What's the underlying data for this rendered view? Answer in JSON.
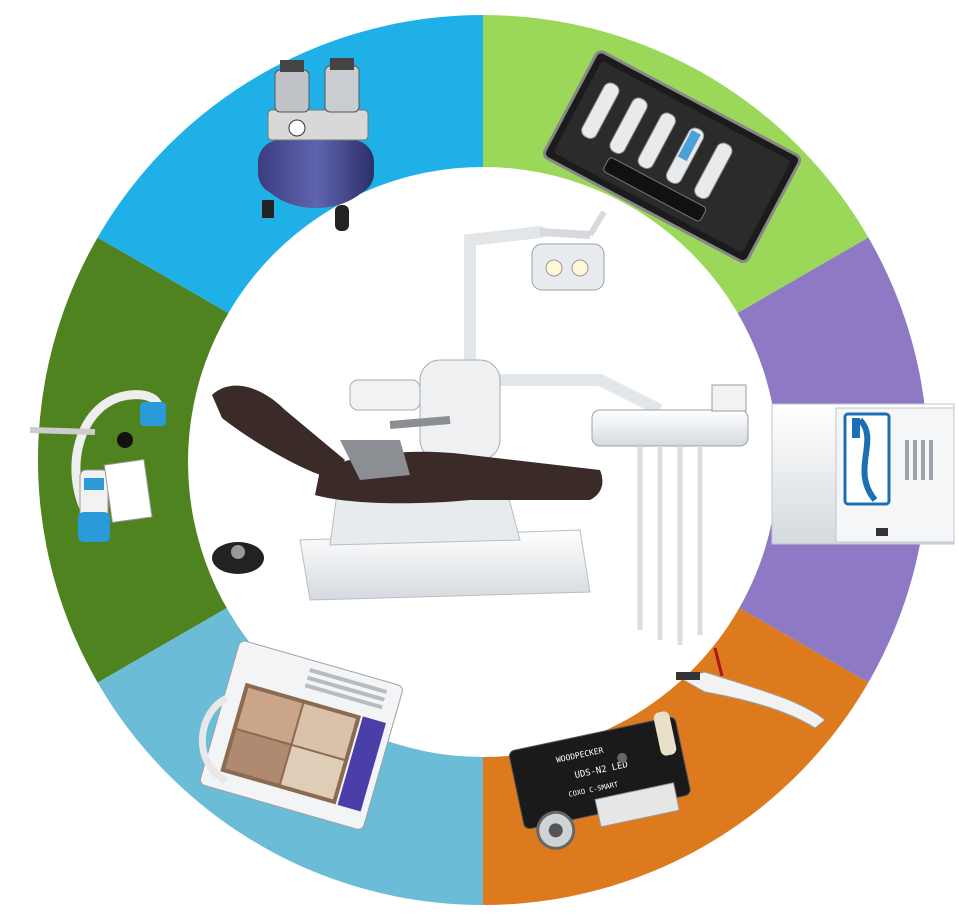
{
  "wheel": {
    "segments": [
      {
        "name": "air-compressor",
        "color": "#1fb0e8"
      },
      {
        "name": "handpiece-kit",
        "color": "#9bd85a"
      },
      {
        "name": "autoclave-sterilizer",
        "color": "#8e79c4"
      },
      {
        "name": "endo-motor-curing-light",
        "color": "#dd7a1e"
      },
      {
        "name": "intraoral-camera-monitor",
        "color": "#6bbcd6"
      },
      {
        "name": "teeth-whitening-lamp",
        "color": "#4f831f"
      }
    ],
    "center_color": "#ffffff"
  },
  "products": {
    "compressor_icon": "air-compressor-icon",
    "handpiece_icon": "handpiece-kit-icon",
    "autoclave_icon": "autoclave-icon",
    "endo_motor_icon": "endo-motor-icon",
    "camera_icon": "intraoral-camera-icon",
    "whitening_icon": "whitening-lamp-icon",
    "chair_icon": "dental-chair-icon"
  },
  "labels": {
    "endo_brand": "WOODPECKER",
    "endo_model": "COXO C-SMART",
    "endo_serial": "UDS-N2 LED"
  },
  "colors": {
    "chair_upholstery": "#3a2a28",
    "equipment_white": "#eef1f3",
    "equipment_shadow": "#c9cfd4"
  }
}
